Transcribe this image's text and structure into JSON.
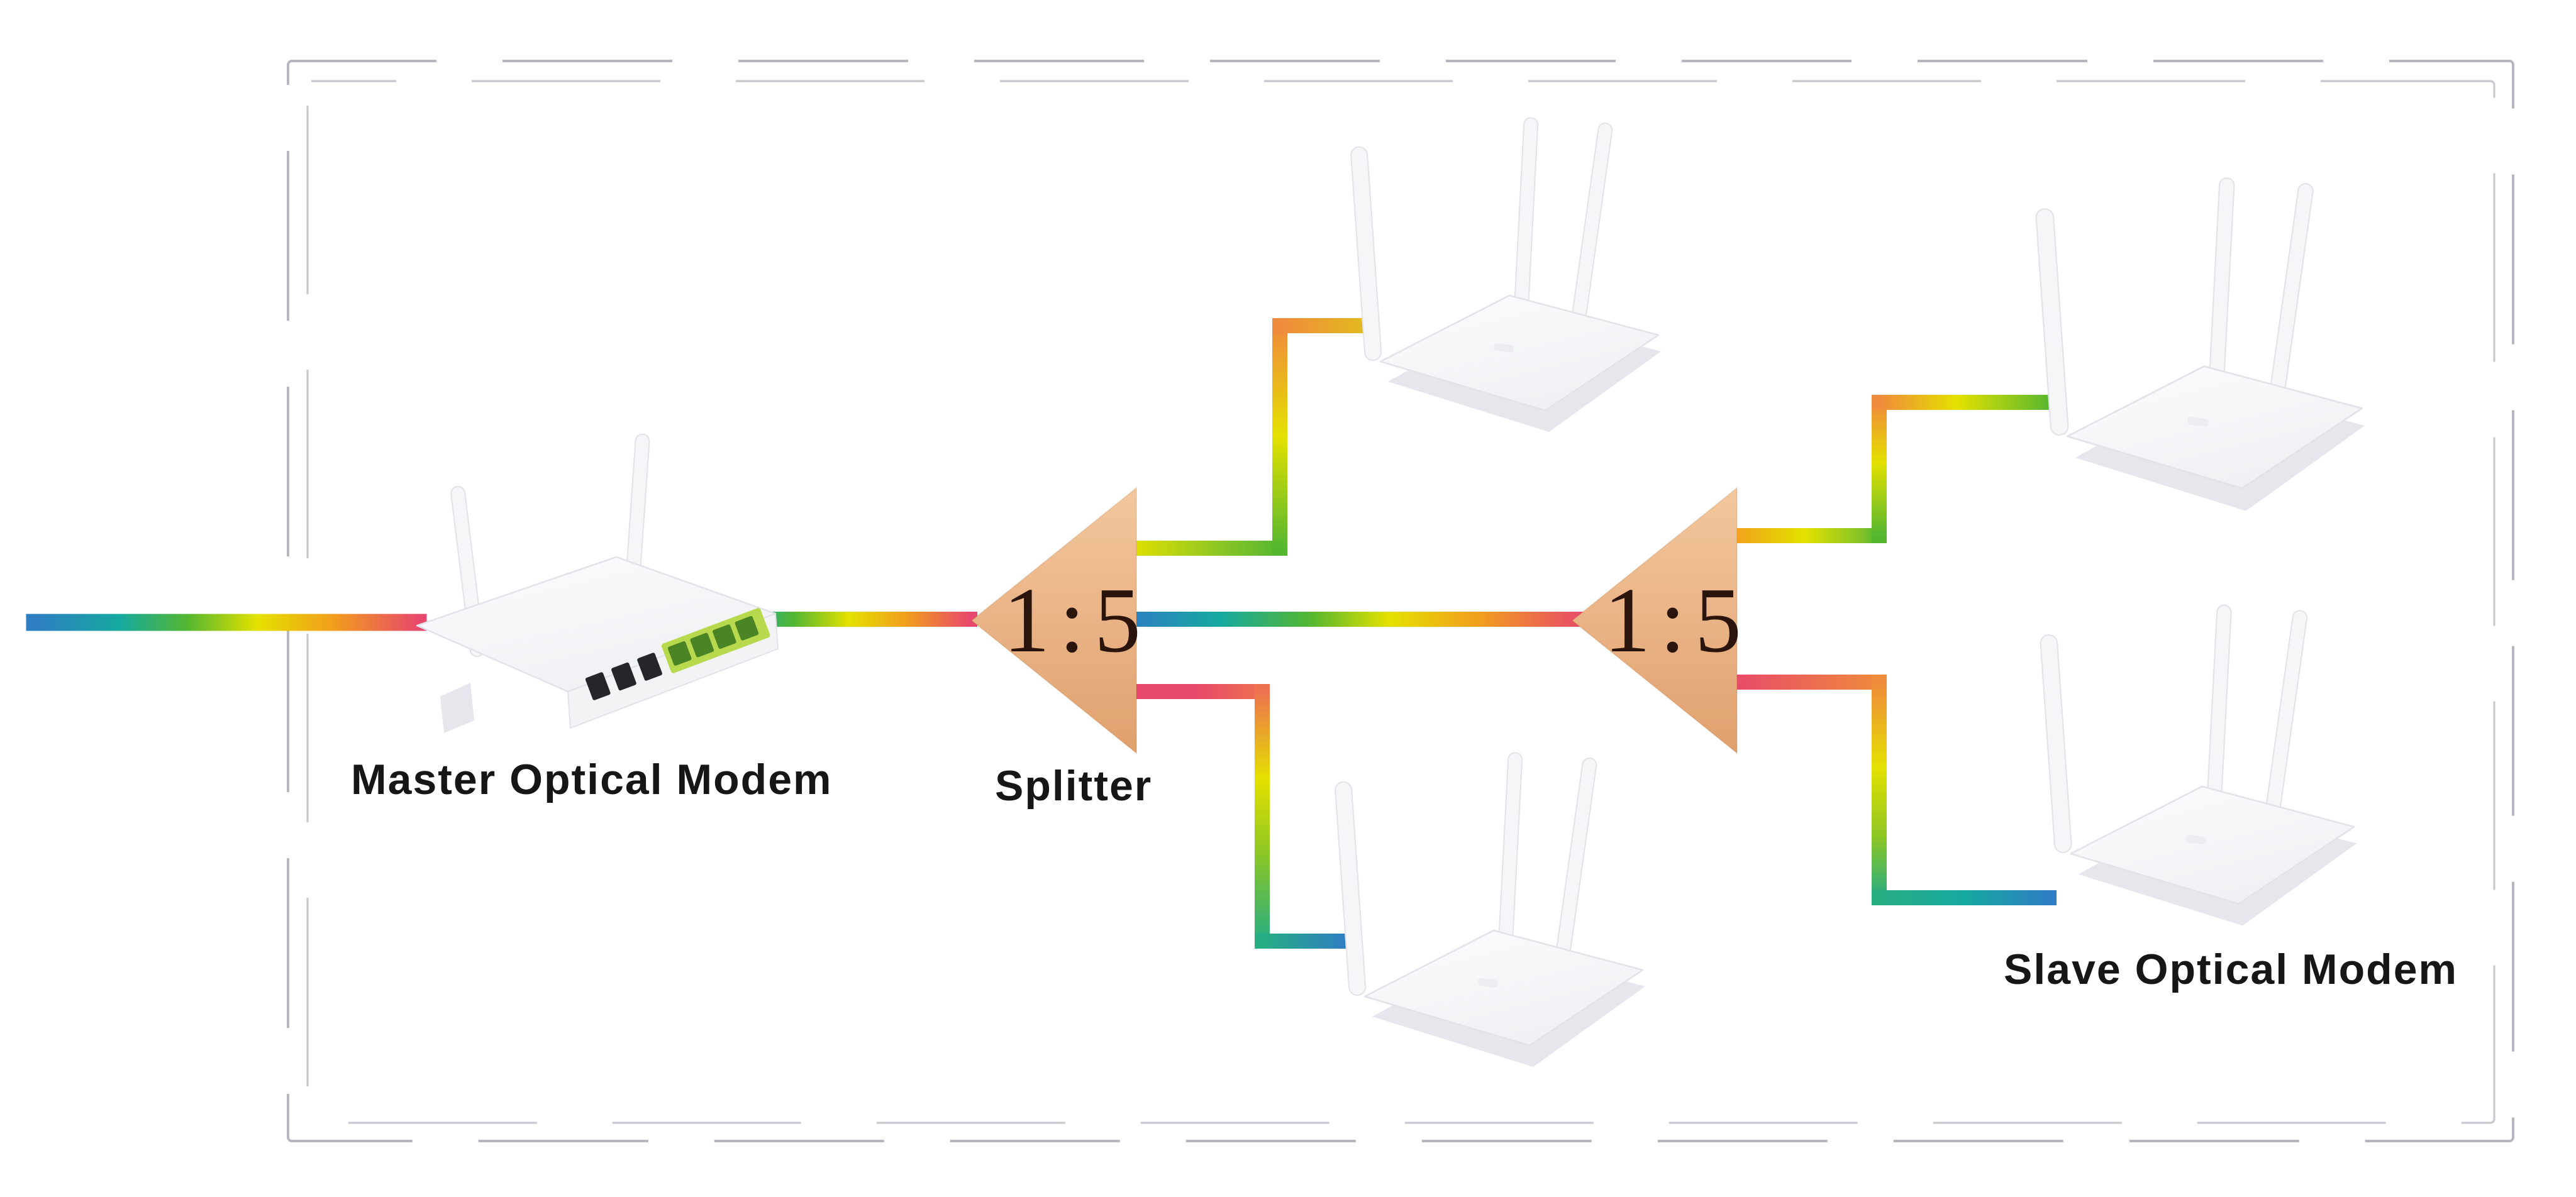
{
  "diagram": {
    "labels": {
      "master": "Master Optical Modem",
      "splitter": "Splitter",
      "slave": "Slave Optical Modem"
    },
    "splitters": [
      {
        "id": "splitter-1",
        "ratio": "1:5"
      },
      {
        "id": "splitter-2",
        "ratio": "1:5"
      }
    ],
    "devices": {
      "master_optical_modem_count": 1,
      "slave_router_count": 4,
      "splitter_count": 2
    },
    "topology": [
      {
        "from": "fiber-feed",
        "to": "master-optical-modem"
      },
      {
        "from": "master-optical-modem",
        "to": "splitter-1"
      },
      {
        "from": "splitter-1",
        "to": "router-top-center"
      },
      {
        "from": "splitter-1",
        "to": "splitter-2"
      },
      {
        "from": "splitter-1",
        "to": "router-bottom-center"
      },
      {
        "from": "splitter-2",
        "to": "router-top-right"
      },
      {
        "from": "splitter-2",
        "to": "router-bottom-right"
      }
    ]
  },
  "theme": {
    "bg": "#ffffff",
    "border-gray": "#b5b6bf",
    "label-color": "#161616",
    "splitter-light": "#f3c79e",
    "splitter-dark": "#e0a06e",
    "splitter-text": "#2a140b",
    "line-blue": "#2e7ec3",
    "line-teal": "#16a9a0",
    "line-green": "#55b730",
    "line-yellow": "#e4e100",
    "line-orange": "#f29d1e",
    "line-pink": "#e7486b",
    "line-coral": "#ee7150",
    "line-amber": "#f08a3c",
    "line-gold": "#e2bb1e",
    "line-lime": "#8cc625",
    "line-teal-green": "#27ad82",
    "device-white": "#fdfdfe",
    "device-shade": "#e6e6ec",
    "device-shade-light": "#eef0f3",
    "device-edge": "#e2e2e8",
    "port-dark": "#26262a",
    "port-green-bg": "#b8d94e",
    "port-green": "#4a8424"
  }
}
